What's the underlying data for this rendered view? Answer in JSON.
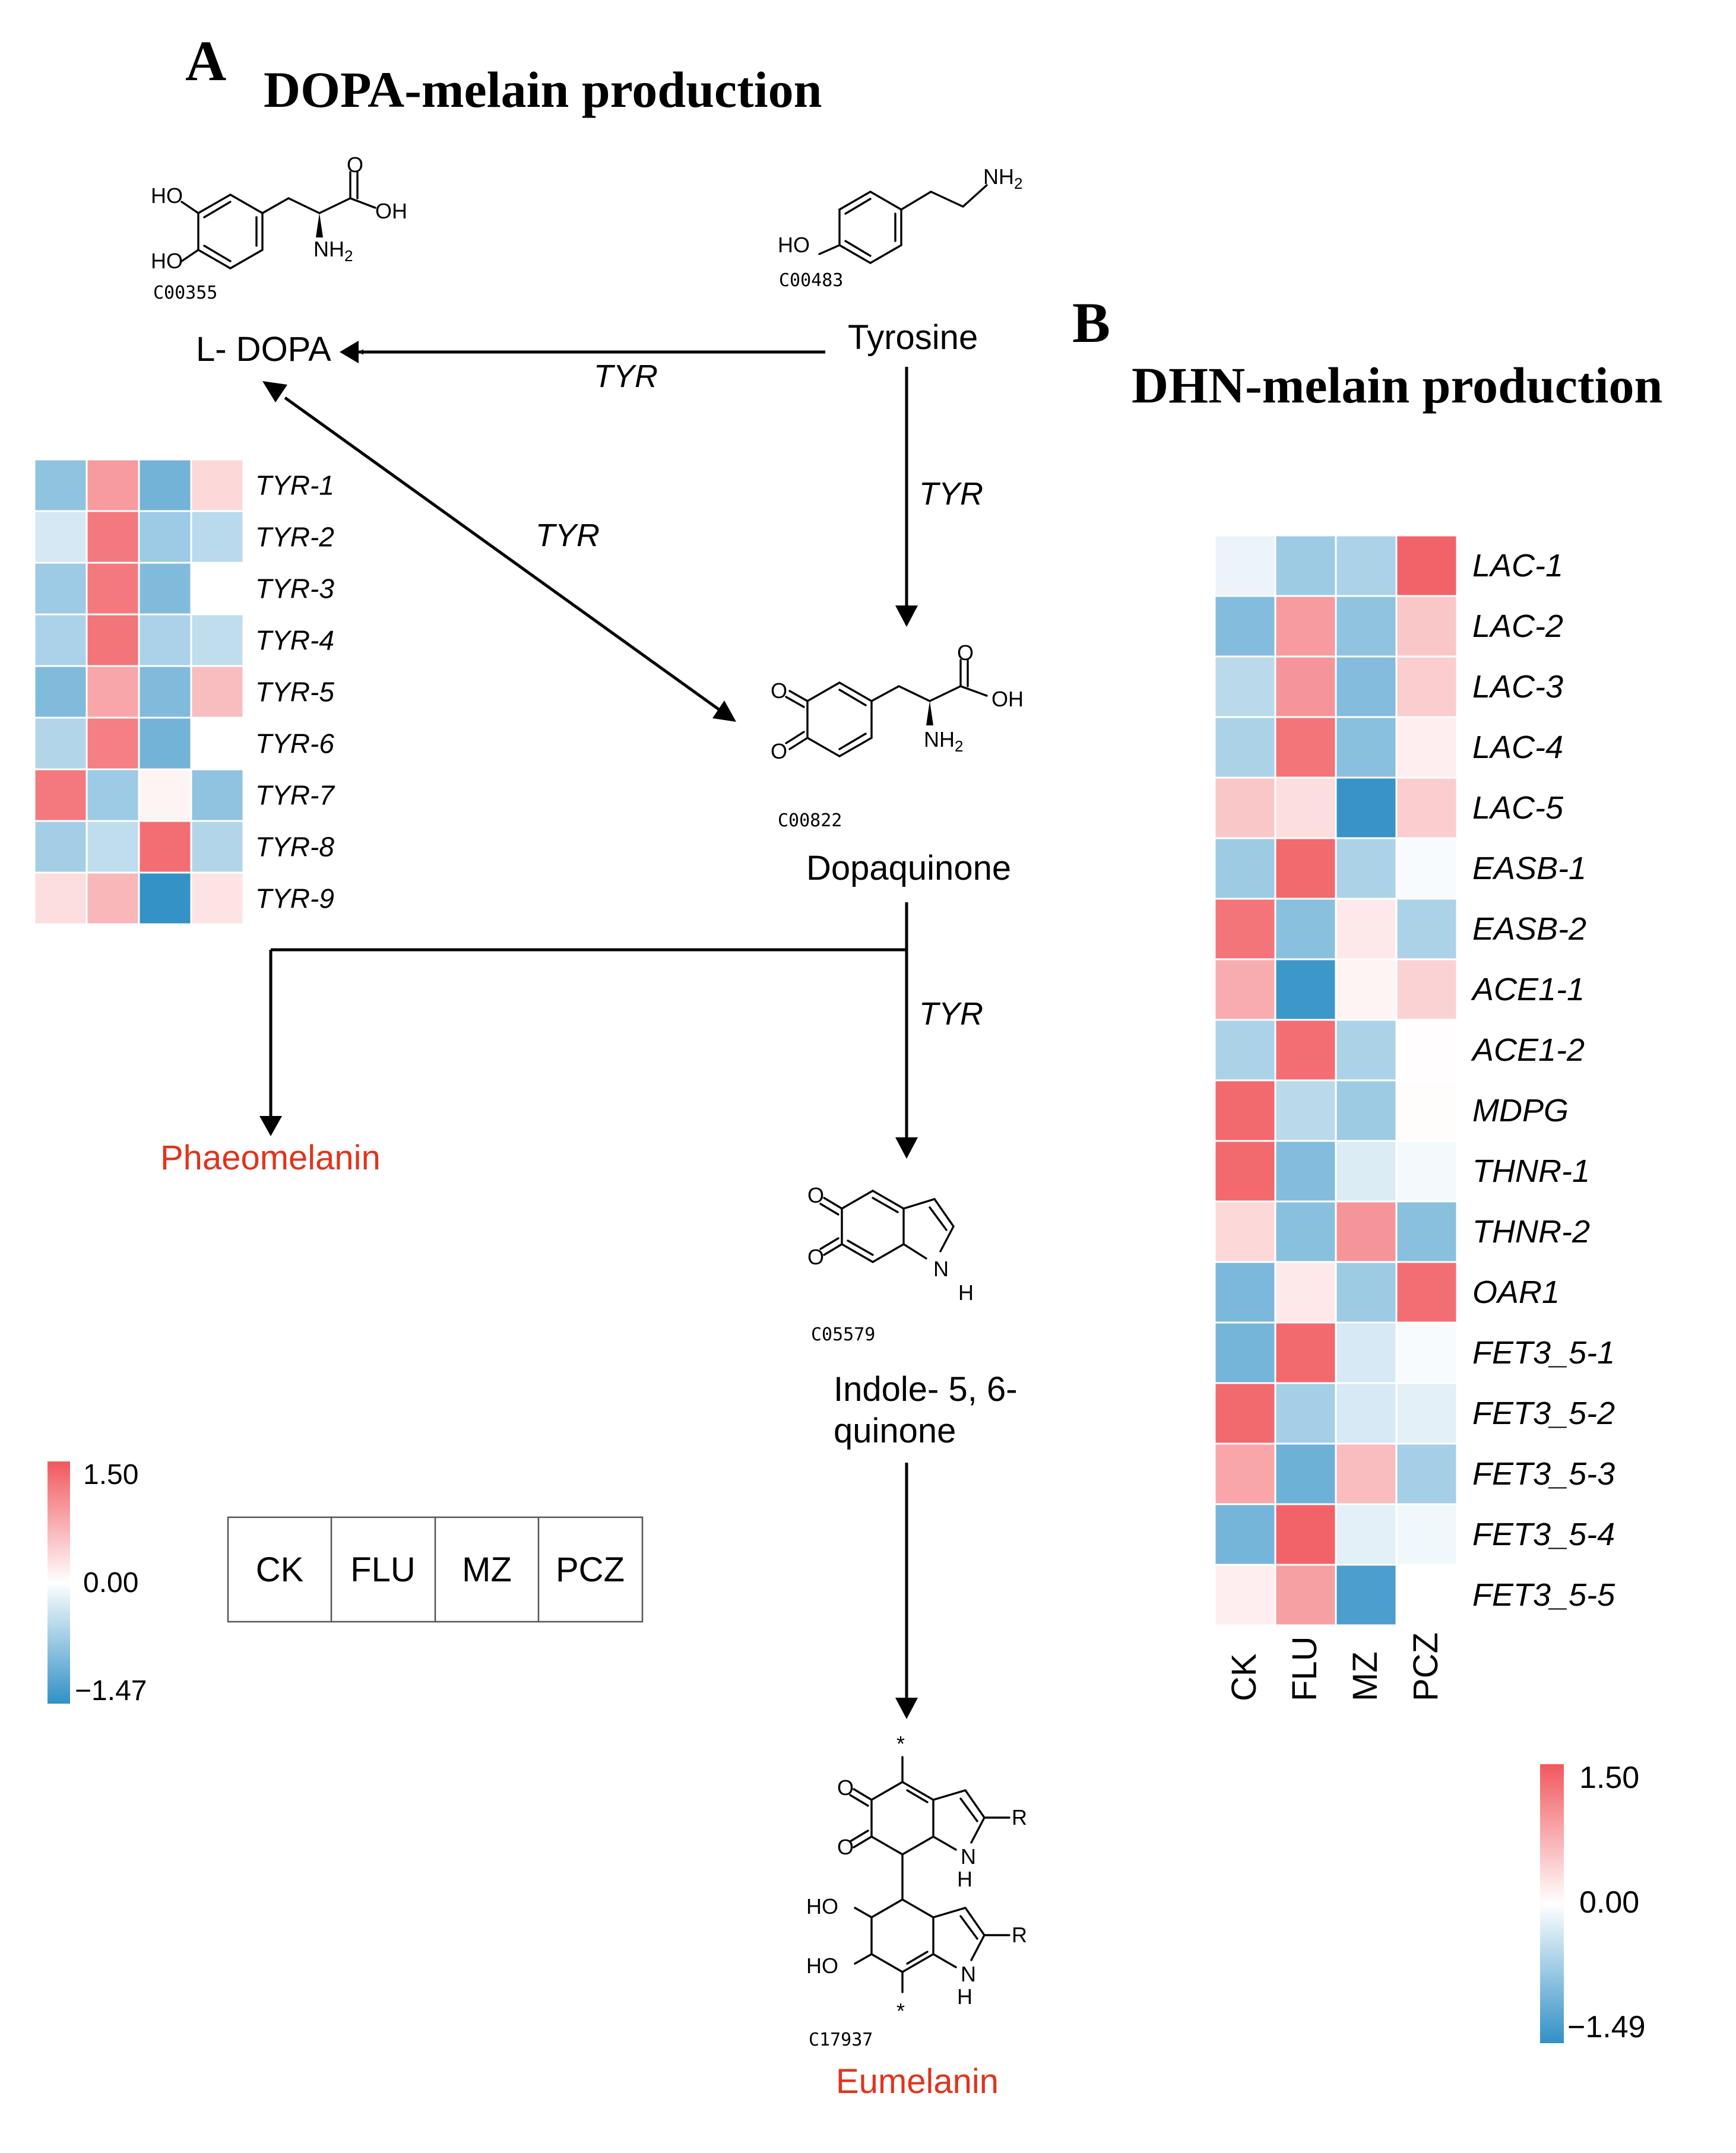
{
  "panel_a": {
    "letter": "A",
    "title": "DOPA-melain production",
    "compounds": {
      "l_dopa": {
        "kegg": "C00355",
        "name": "L- DOPA"
      },
      "tyrosine": {
        "kegg": "C00483",
        "name": "Tyrosine"
      },
      "dopaquinone": {
        "kegg": "C00822",
        "name": "Dopaquinone"
      },
      "indole": {
        "kegg": "C05579",
        "name_line1": "Indole- 5, 6-",
        "name_line2": "quinone"
      },
      "eumelanin": {
        "kegg": "C17937",
        "name": "Eumelanin"
      },
      "phaeomelanin": {
        "name": "Phaeomelanin"
      }
    },
    "enzyme": "TYR",
    "heatmap_genes": [
      "TYR-1",
      "TYR-2",
      "TYR-3",
      "TYR-4",
      "TYR-5",
      "TYR-6",
      "TYR-7",
      "TYR-8",
      "TYR-9"
    ],
    "heatmap_values": [
      [
        -0.8,
        0.9,
        -1.0,
        0.35
      ],
      [
        -0.3,
        1.2,
        -0.7,
        -0.5
      ],
      [
        -0.7,
        1.2,
        -0.9,
        0.0
      ],
      [
        -0.6,
        1.25,
        -0.6,
        -0.45
      ],
      [
        -0.9,
        0.8,
        -0.9,
        0.6
      ],
      [
        -0.55,
        1.15,
        -1.0,
        0.0
      ],
      [
        1.2,
        -0.7,
        0.1,
        -0.8
      ],
      [
        -0.65,
        -0.45,
        1.3,
        -0.55
      ],
      [
        0.3,
        0.65,
        -1.45,
        0.25
      ]
    ],
    "legend": {
      "max": "1.50",
      "mid": "0.00",
      "min": "−1.47"
    },
    "condition_box": [
      "CK",
      "FLU",
      "MZ",
      "PCZ"
    ]
  },
  "panel_b": {
    "letter": "B",
    "title": "DHN-melain production",
    "heatmap_genes": [
      "LAC-1",
      "LAC-2",
      "LAC-3",
      "LAC-4",
      "LAC-5",
      "EASB-1",
      "EASB-2",
      "ACE1-1",
      "ACE1-2",
      "MDPG",
      "THNR-1",
      "THNR-2",
      "OAR1",
      "FET3_5-1",
      "FET3_5-2",
      "FET3_5-3",
      "FET3_5-4",
      "FET3_5-5"
    ],
    "heatmap_values": [
      [
        -0.15,
        -0.7,
        -0.6,
        1.4
      ],
      [
        -0.9,
        0.9,
        -0.8,
        0.5
      ],
      [
        -0.5,
        0.95,
        -0.9,
        0.45
      ],
      [
        -0.6,
        1.25,
        -0.85,
        0.15
      ],
      [
        0.5,
        0.3,
        -1.45,
        0.45
      ],
      [
        -0.7,
        1.35,
        -0.6,
        -0.05
      ],
      [
        1.25,
        -0.85,
        0.2,
        -0.6
      ],
      [
        0.75,
        -1.4,
        0.1,
        0.4
      ],
      [
        -0.6,
        1.3,
        -0.6,
        0.02
      ],
      [
        1.35,
        -0.5,
        -0.7,
        0.03
      ],
      [
        1.35,
        -0.9,
        -0.25,
        -0.08
      ],
      [
        0.35,
        -0.85,
        0.95,
        -0.85
      ],
      [
        -0.95,
        0.2,
        -0.7,
        1.3
      ],
      [
        -1.0,
        1.35,
        -0.3,
        -0.05
      ],
      [
        1.35,
        -0.65,
        -0.3,
        -0.2
      ],
      [
        0.8,
        -1.05,
        0.6,
        -0.65
      ],
      [
        -1.0,
        1.4,
        -0.2,
        -0.1
      ],
      [
        0.15,
        0.85,
        -1.3,
        0.0
      ]
    ],
    "conditions": [
      "CK",
      "FLU",
      "MZ",
      "PCZ"
    ],
    "legend": {
      "max": "1.50",
      "mid": "0.00",
      "min": "−1.49"
    }
  },
  "colors": {
    "high": "#f1585e",
    "mid": "#ffffff",
    "low": "#3190c6",
    "product": "#e0341d"
  }
}
